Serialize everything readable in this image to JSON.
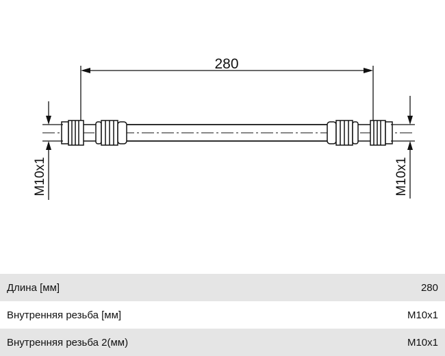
{
  "drawing": {
    "length_label": "280",
    "left_thread_label": "M10x1",
    "right_thread_label": "M10x1"
  },
  "specs": [
    {
      "label": "Длина [мм]",
      "value": "280"
    },
    {
      "label": "Внутренняя резьба [мм]",
      "value": "M10x1"
    },
    {
      "label": "Внутренняя резьба 2(мм)",
      "value": "M10x1"
    }
  ]
}
